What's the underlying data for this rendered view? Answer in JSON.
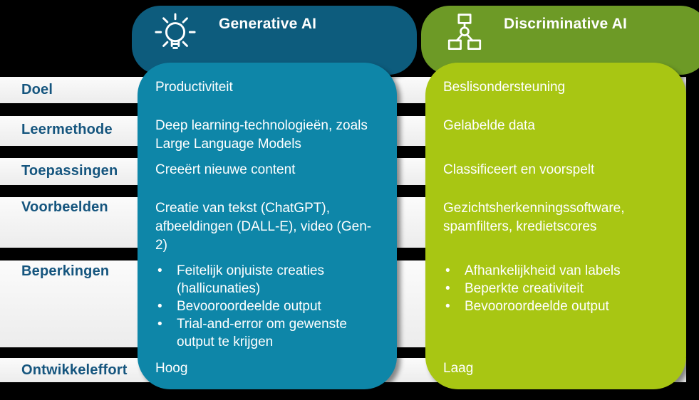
{
  "rows": [
    {
      "label": "Doel"
    },
    {
      "label": "Leermethode"
    },
    {
      "label": "Toepassingen"
    },
    {
      "label": "Voorbeelden"
    },
    {
      "label": "Beperkingen"
    },
    {
      "label": "Ontwikkeleffort"
    }
  ],
  "generative": {
    "title": "Generative AI",
    "icon": "lightbulb-icon",
    "doel": "Productiviteit",
    "leermethode": "Deep learning-technologieën, zoals Large Language Models",
    "toepassingen": "Creeërt nieuwe content",
    "voorbeelden": "Creatie van tekst (ChatGPT), afbeeldingen (DALL-E), video (Gen-2)",
    "beperkingen": [
      "Feitelijk onjuiste creaties (hallicunaties)",
      "Bevooroordeelde output",
      "Trial-and-error om gewenste output te krijgen"
    ],
    "ontwikkeleffort": "Hoog"
  },
  "discriminative": {
    "title": "Discriminative AI",
    "icon": "org-chart-icon",
    "doel": "Beslisondersteuning",
    "leermethode": "Gelabelde data",
    "toepassingen": "Classificeert en voorspelt",
    "voorbeelden": "Gezichtsherkenningssoftware, spamfilters, kredietscores",
    "beperkingen": [
      "Afhankelijkheid van labels",
      "Beperkte creativiteit",
      "Bevooroordeelde output"
    ],
    "ontwikkeleffort": "Laag"
  },
  "colors": {
    "background": "#000000",
    "row_bar": "#F1F1F1",
    "label_text": "#15557E",
    "generative_header": "#0D5C7D",
    "generative_body": "#0E86A8",
    "discriminative_header": "#6D9A26",
    "discriminative_body": "#A8C613",
    "content_text": "#FFFFFF"
  }
}
